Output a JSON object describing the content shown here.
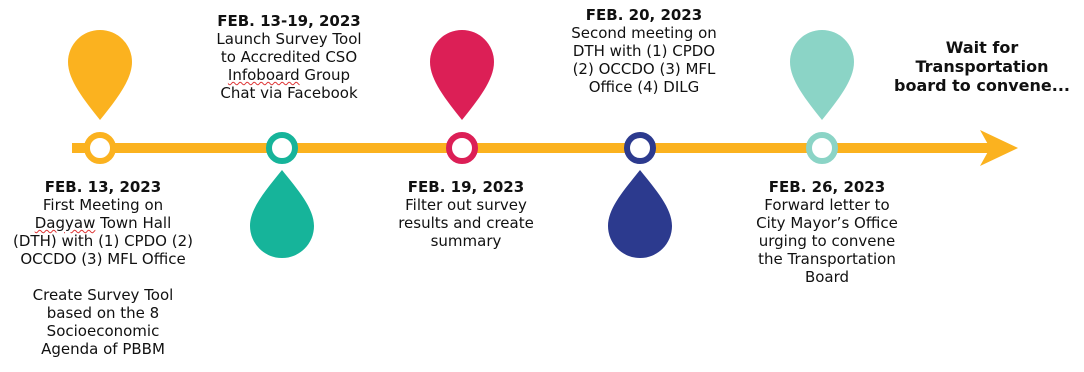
{
  "colors": {
    "line": "#FBB21F",
    "yellow": "#FBB21F",
    "teal": "#16B49A",
    "crimson": "#DC1F56",
    "navy": "#2C3A8E",
    "mint": "#8BD4C6"
  },
  "events": [
    {
      "date": "FEB. 13, 2023",
      "desc_pre": "First Meeting on\n",
      "desc_wavy": "Dagyaw",
      "desc_post": " Town Hall\n(DTH) with (1) CPDO (2)\nOCCDO (3) MFL Office\n\nCreate Survey Tool\nbased on the 8\nSocioeconomic\nAgenda of PBBM",
      "drop_color": "yellow",
      "drop_dir": "up"
    },
    {
      "date": "FEB. 13-19, 2023",
      "desc_pre": "Launch Survey Tool\nto Accredited CSO\n",
      "desc_wavy": "Infoboard",
      "desc_post": " Group\nChat via Facebook",
      "drop_color": "teal",
      "drop_dir": "down"
    },
    {
      "date": "FEB. 19, 2023",
      "desc": "Filter out survey\nresults and create\nsummary",
      "drop_color": "crimson",
      "drop_dir": "up"
    },
    {
      "date": "FEB. 20, 2023",
      "desc": "Second meeting on\nDTH with (1) CPDO\n(2) OCCDO (3) MFL\nOffice (4) DILG",
      "drop_color": "navy",
      "drop_dir": "down"
    },
    {
      "date": "FEB. 26, 2023",
      "desc": "Forward letter to\nCity Mayor’s Office\nurging to convene\nthe Transportation\nBoard",
      "drop_color": "mint",
      "drop_dir": "up"
    }
  ],
  "final_text": "Wait for\nTransportation\nboard to convene..."
}
